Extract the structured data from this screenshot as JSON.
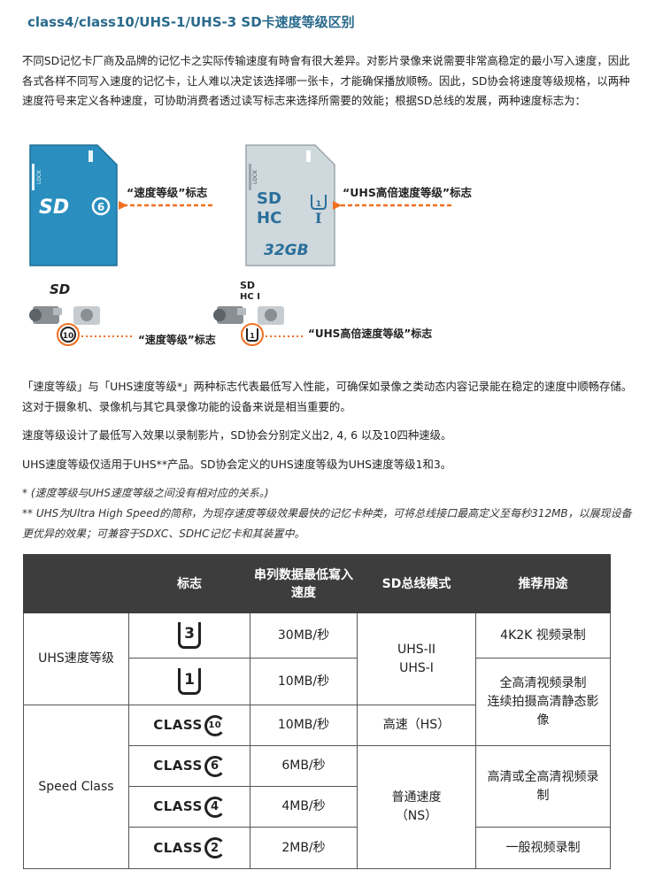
{
  "title": "class4/class10/UHS-1/UHS-3 SD卡速度等级区别",
  "intro": "不同SD记忆卡厂商及品牌的记忆卡之实际传输速度有時會有很大差异。对影片录像来说需要非常高稳定的最小写入速度，因此各式各样不同写入速度的记忆卡，让人难以决定该选择哪一张卡，才能确保播放顺畅。因此，SD协会将速度等级规格，以两种速度符号来定义各种速度，可协助消费者透过读写标志来选择所需要的效能；根据SD总线的发展，两种速度标志为：",
  "figure": {
    "left_card_callout": "“速度等级”标志",
    "right_card_callout": "“UHS高倍速度等级”标志",
    "bottom_left_callout": "“速度等级”标志",
    "bottom_right_callout": "“UHS高倍速度等级”标志",
    "left_card_logo": "SD",
    "left_card_class": "6",
    "left_card_lock": "LOCK",
    "right_card_logo_top": "SD",
    "right_card_logo_bottom": "HC",
    "right_card_uhs_roman": "I",
    "right_card_uhs_num": "1",
    "right_card_capacity": "32GB",
    "right_card_lock": "LOCK",
    "small_left_logo": "SD",
    "small_left_class": "10",
    "small_right_logo_top": "SD",
    "small_right_logo_bottom": "HC I",
    "small_right_uhs": "1",
    "colors": {
      "card_blue": "#2a8fbf",
      "card_gray": "#cfd8dc",
      "arrow_orange": "#f07020"
    }
  },
  "para2": "「速度等级」与「UHS速度等级*」两种标志代表最低写入性能，可确保如录像之类动态内容记录能在稳定的速度中顺畅存储。这对于摄象机、录像机与其它具录像功能的设备来说是相当重要的。",
  "para3": "速度等级设计了最低写入效果以录制影片，SD协会分别定义出2, 4, 6 以及10四种速级。",
  "para4": "UHS速度等级仅适用于UHS**产品。SD协会定义的UHS速度等级为UHS速度等级1和3。",
  "note1": "* (速度等级与UHS速度等级之间没有相对应的关系。)",
  "note2": "** UHS为Ultra High Speed的简称，为现存速度等级效果最快的记忆卡种类，可将总线接口最高定义至每秒312MB，以展现设备更优异的效果；可兼容于SDXC、SDHC记忆卡和其装置中。",
  "table": {
    "headers": [
      "",
      "标志",
      "串列数据最低寫入速度",
      "SD总线模式",
      "推荐用途"
    ],
    "group_uhs": "UHS速度等级",
    "group_speed": "Speed Class",
    "rows": [
      {
        "logo_type": "uhs",
        "logo": "3",
        "speed": "30MB/秒"
      },
      {
        "logo_type": "uhs",
        "logo": "1",
        "speed": "10MB/秒"
      },
      {
        "logo_type": "class",
        "logo_text": "CLASS",
        "logo": "10",
        "speed": "10MB/秒"
      },
      {
        "logo_type": "class",
        "logo_text": "CLASS",
        "logo": "6",
        "speed": "6MB/秒"
      },
      {
        "logo_type": "class",
        "logo_text": "CLASS",
        "logo": "4",
        "speed": "4MB/秒"
      },
      {
        "logo_type": "class",
        "logo_text": "CLASS",
        "logo": "2",
        "speed": "2MB/秒"
      }
    ],
    "bus_uhs_line1": "UHS-II",
    "bus_uhs_line2": "UHS-I",
    "bus_hs": "高速（HS）",
    "bus_ns_line1": "普通速度",
    "bus_ns_line2": "（NS）",
    "use_4k": "4K2K 视频录制",
    "use_fullhd_line1": "全高清视频录制",
    "use_fullhd_line2": "连续拍摄高清静态影像",
    "use_hd": "高清或全高清视频录制",
    "use_general": "一般视频录制"
  }
}
